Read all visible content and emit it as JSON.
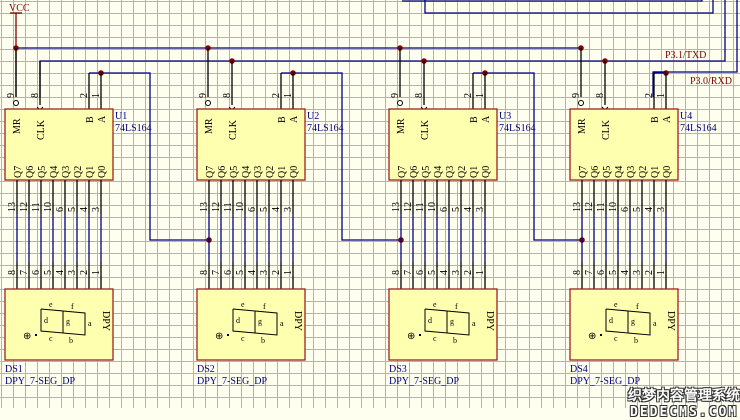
{
  "colors": {
    "background": "#fffff0",
    "grid": "#b4b4a8",
    "wire": "#000080",
    "pin": "#000000",
    "junction": "#800000",
    "body_fill": "#ffffb0",
    "body_border": "#a02020",
    "net_label": "#800000",
    "designator": "#000080"
  },
  "power": {
    "label": "VCC"
  },
  "net_labels": {
    "txd": "P3.1/TXD",
    "rxd": "P3.0/RXD"
  },
  "shift_registers": [
    {
      "designator": "U1",
      "part": "74LS164"
    },
    {
      "designator": "U2",
      "part": "74LS164"
    },
    {
      "designator": "U3",
      "part": "74LS164"
    },
    {
      "designator": "U4",
      "part": "74LS164"
    }
  ],
  "shift_register_pins": {
    "mr": {
      "name": "MR",
      "number": "9"
    },
    "clk": {
      "name": "CLK",
      "number": "8"
    },
    "b": {
      "name": "B",
      "number": "2"
    },
    "a": {
      "name": "A",
      "number": "1"
    },
    "outputs": [
      {
        "name": "Q7",
        "number": "13"
      },
      {
        "name": "Q6",
        "number": "12"
      },
      {
        "name": "Q5",
        "number": "11"
      },
      {
        "name": "Q4",
        "number": "10"
      },
      {
        "name": "Q3",
        "number": "6"
      },
      {
        "name": "Q2",
        "number": "5"
      },
      {
        "name": "Q1",
        "number": "4"
      },
      {
        "name": "Q0",
        "number": "3"
      }
    ]
  },
  "displays": [
    {
      "designator": "DS1",
      "part": "DPY_7-SEG_DP"
    },
    {
      "designator": "DS2",
      "part": "DPY_7-SEG_DP"
    },
    {
      "designator": "DS3",
      "part": "DPY_7-SEG_DP"
    },
    {
      "designator": "DS4",
      "part": "DPY_7-SEG_DP"
    }
  ],
  "display_pins": [
    {
      "name": "⊕",
      "number": "8"
    },
    {
      "name": "dp",
      "number": "7"
    },
    {
      "name": "f",
      "number": "6"
    },
    {
      "name": "e",
      "number": "5"
    },
    {
      "name": "g",
      "number": "4"
    },
    {
      "name": "c",
      "number": "3"
    },
    {
      "name": "d",
      "number": "2"
    },
    {
      "name": "a",
      "number": "1"
    }
  ],
  "display_body": {
    "title": "DPY",
    "segments": {
      "a": "a",
      "b": "b",
      "c": "c",
      "d": "d",
      "e": "e",
      "f": "f",
      "g": "g"
    },
    "common": "⊕"
  },
  "watermark": {
    "line1": "织梦内容管理系统",
    "line2": "DEDECMS.COM"
  }
}
